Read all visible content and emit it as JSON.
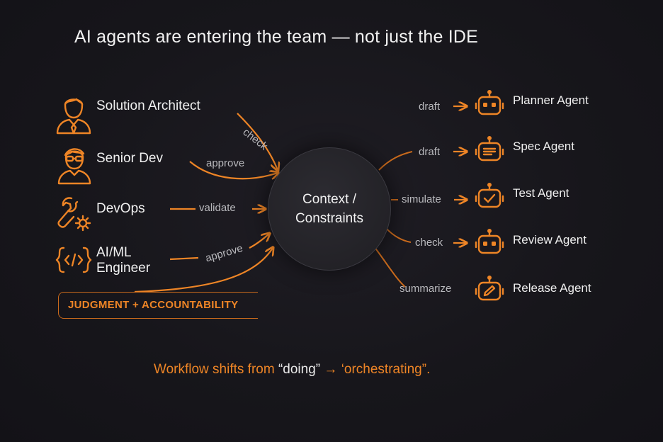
{
  "title": "AI agents are entering the team — not just the IDE",
  "roles": [
    {
      "label": "Solution Architect",
      "icon": "architect-person-icon"
    },
    {
      "label": "Senior Dev",
      "icon": "developer-person-icon"
    },
    {
      "label": "DevOps",
      "icon": "wrench-gear-icon"
    },
    {
      "label": "AI/ML Engineer",
      "line1": "AI/ML",
      "line2": "Engineer",
      "icon": "code-brackets-icon"
    }
  ],
  "role_actions": [
    "check",
    "approve",
    "validate",
    "approve"
  ],
  "hub": {
    "line1": "Context /",
    "line2": "Constraints"
  },
  "agents": [
    {
      "label": "Planner Agent",
      "action": "draft",
      "icon": "robot-icon"
    },
    {
      "label": "Spec Agent",
      "action": "draft",
      "icon": "robot-document-icon"
    },
    {
      "label": "Test Agent",
      "action": "simulate",
      "icon": "robot-check-icon"
    },
    {
      "label": "Review Agent",
      "action": "check",
      "icon": "robot-icon"
    },
    {
      "label": "Release Agent",
      "action": "summarize",
      "icon": "robot-edit-icon"
    }
  ],
  "badge": "JUDGMENT + ACCOUNTABILITY",
  "footer": {
    "part1": "Workflow shifts from ",
    "quote1": "“doing”",
    "arrow": " → ",
    "quote2": "‘orchestrating”",
    "end": "."
  },
  "colors": {
    "accent": "#ee8526",
    "background": "#17161b",
    "text": "#ececec",
    "muted": "#b8b8bc"
  }
}
